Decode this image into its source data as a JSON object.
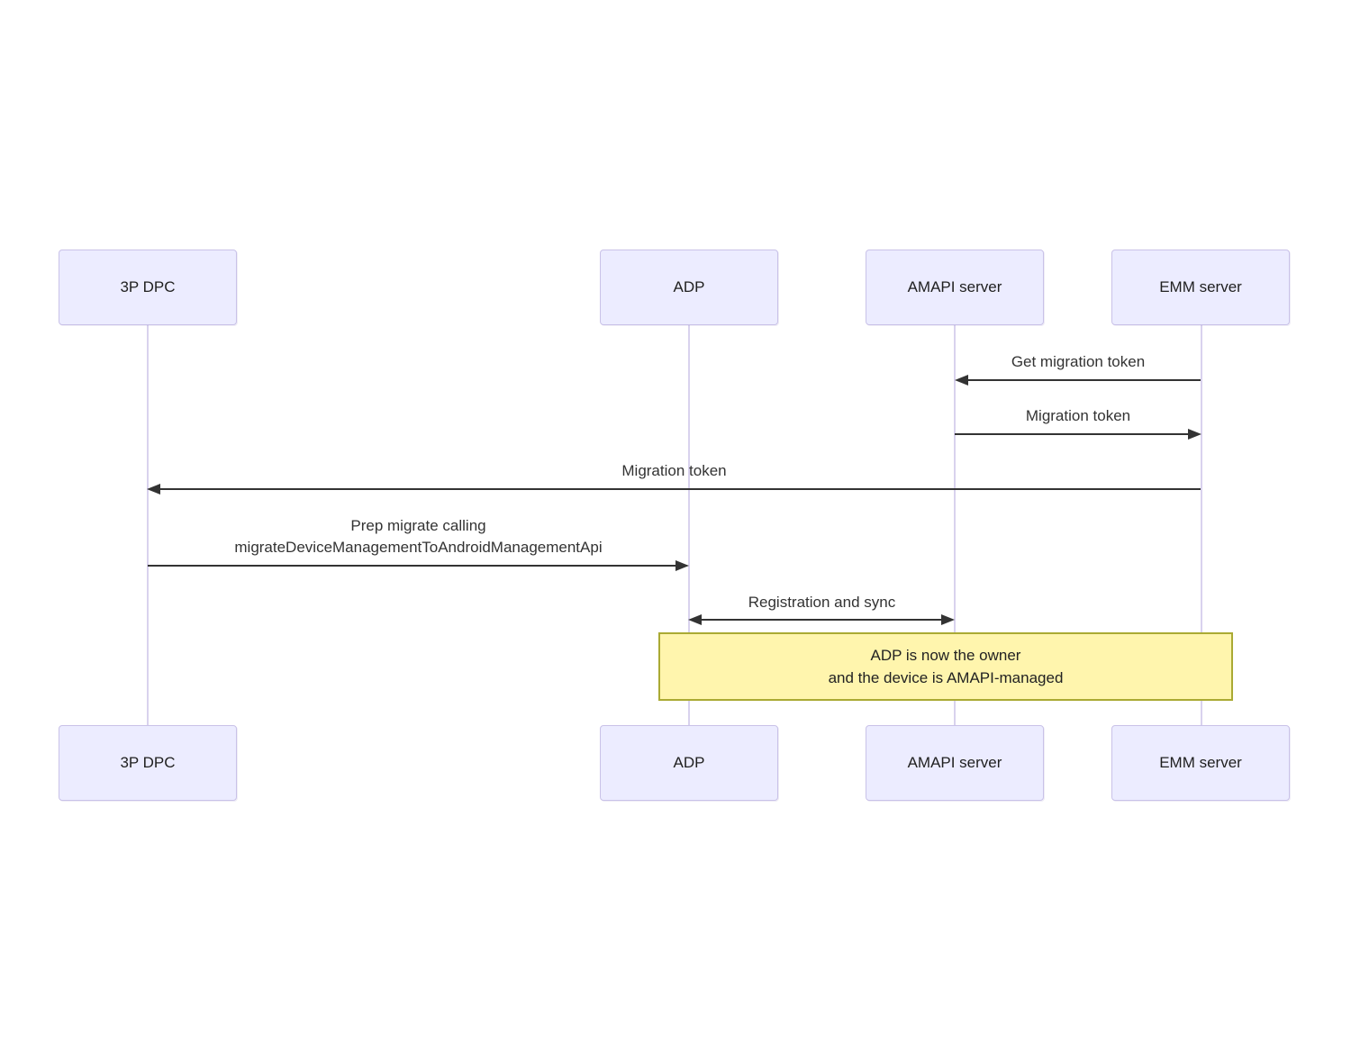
{
  "diagram": {
    "type": "sequence",
    "actors": [
      {
        "id": "3p-dpc",
        "label": "3P DPC"
      },
      {
        "id": "adp",
        "label": "ADP"
      },
      {
        "id": "amapi-server",
        "label": "AMAPI server"
      },
      {
        "id": "emm-server",
        "label": "EMM server"
      }
    ],
    "messages": [
      {
        "from": "EMM server",
        "to": "AMAPI server",
        "label": "Get migration token",
        "direction": "left"
      },
      {
        "from": "AMAPI server",
        "to": "EMM server",
        "label": "Migration token",
        "direction": "right"
      },
      {
        "from": "EMM server",
        "to": "3P DPC",
        "label": "Migration token",
        "direction": "left"
      },
      {
        "from": "3P DPC",
        "to": "ADP",
        "label_line1": "Prep migrate calling",
        "label_line2": "migrateDeviceManagementToAndroidManagementApi",
        "direction": "right"
      },
      {
        "from": "ADP",
        "to": "AMAPI server",
        "label": "Registration and sync",
        "direction": "both"
      }
    ],
    "note": {
      "over": "ADP, EMM server",
      "line1": "ADP is now the owner",
      "line2": "and the device is AMAPI-managed"
    },
    "colors": {
      "actor_fill": "#ECECFF",
      "actor_border": "#c9c2e8",
      "lifeline": "#d9d2ee",
      "note_fill": "#fff5ad",
      "note_border": "#aaaa33",
      "arrow": "#333333",
      "text": "#333333"
    }
  }
}
